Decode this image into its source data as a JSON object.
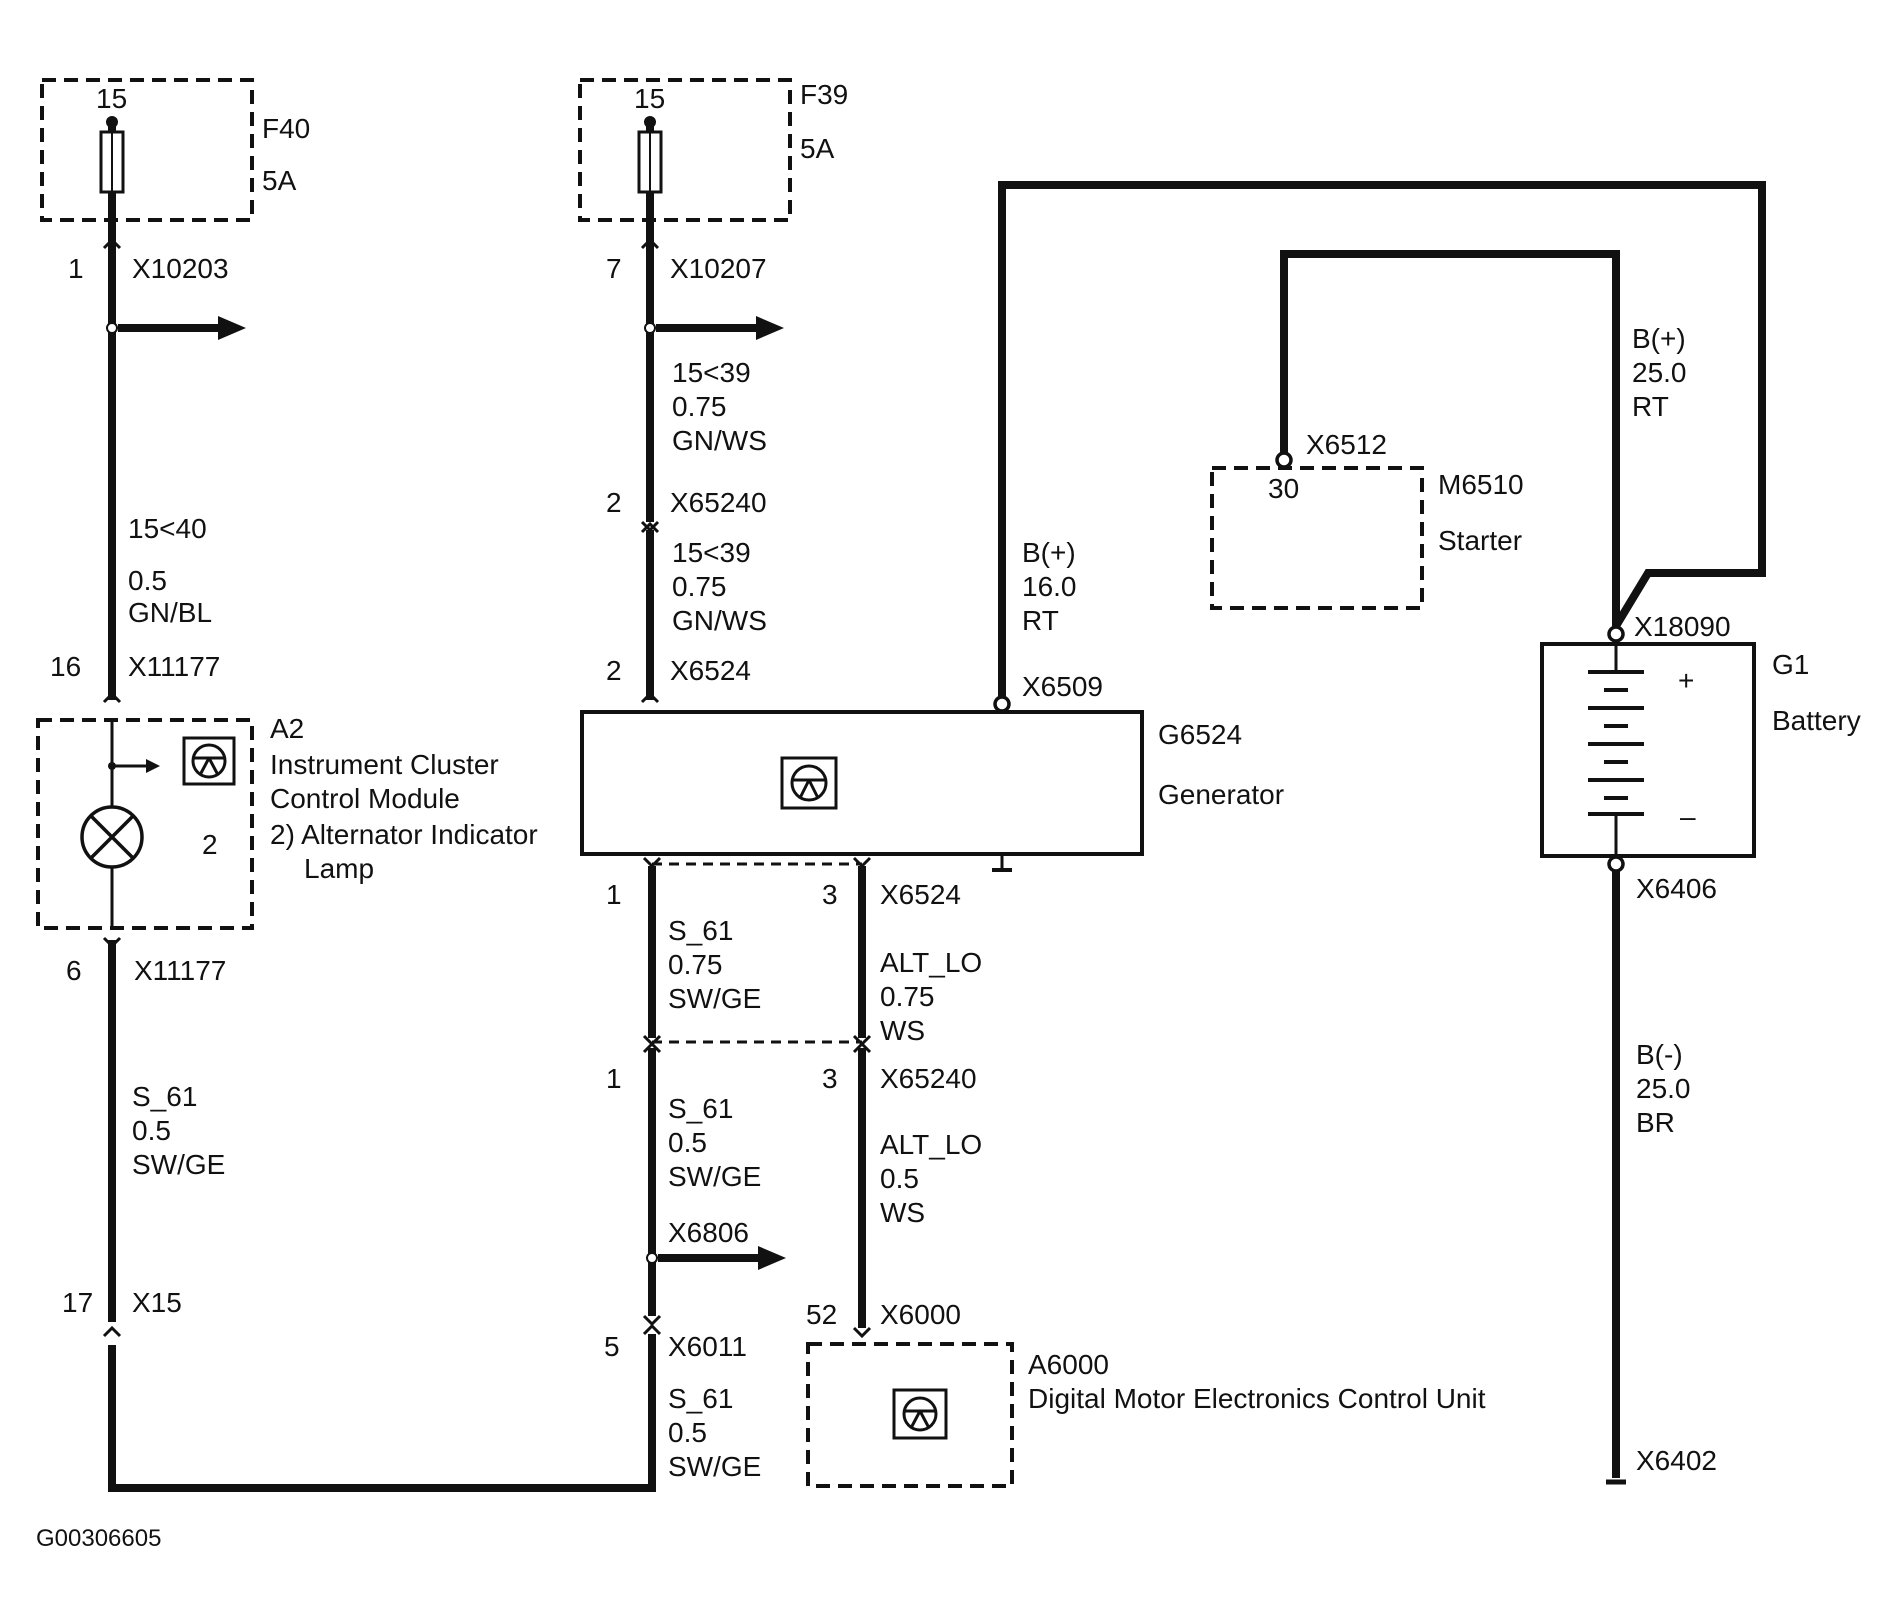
{
  "fuses": {
    "f40": {
      "pin": "15",
      "id": "F40",
      "rating": "5A"
    },
    "f39": {
      "pin": "15",
      "id": "F39",
      "rating": "5A"
    }
  },
  "connectors": {
    "x10203": {
      "pin": "1",
      "label": "X10203"
    },
    "x10207": {
      "pin": "7",
      "label": "X10207"
    },
    "x65240_top": {
      "pin": "2",
      "label": "X65240"
    },
    "x6524_top": {
      "pin": "2",
      "label": "X6524"
    },
    "x11177_top": {
      "pin": "16",
      "label": "X11177"
    },
    "x11177_bottom": {
      "pin": "6",
      "label": "X11177"
    },
    "x15": {
      "pin": "17",
      "label": "X15"
    },
    "x6509": {
      "label": "X6509"
    },
    "x6512": {
      "pin": "30",
      "label": "X6512"
    },
    "x18090": {
      "label": "X18090"
    },
    "x6406": {
      "label": "X6406"
    },
    "x6402": {
      "label": "X6402"
    },
    "x6524_b1": {
      "pin": "1"
    },
    "x6524_b3": {
      "pin": "3",
      "label": "X6524"
    },
    "x65240_b1": {
      "pin": "1"
    },
    "x65240_b3": {
      "pin": "3",
      "label": "X65240"
    },
    "x6806": {
      "label": "X6806"
    },
    "x6011": {
      "pin": "5",
      "label": "X6011"
    },
    "x6000": {
      "pin": "52",
      "label": "X6000"
    }
  },
  "wires": {
    "w_15_40": {
      "circuit": "15<40",
      "gauge": "0.5",
      "color": "GN/BL"
    },
    "w_15_39_a": {
      "circuit": "15<39",
      "gauge": "0.75",
      "color": "GN/WS"
    },
    "w_15_39_b": {
      "circuit": "15<39",
      "gauge": "0.75",
      "color": "GN/WS"
    },
    "w_b_plus_16": {
      "circuit": "B(+)",
      "gauge": "16.0",
      "color": "RT"
    },
    "w_b_plus_25": {
      "circuit": "B(+)",
      "gauge": "25.0",
      "color": "RT"
    },
    "w_b_minus": {
      "circuit": "B(-)",
      "gauge": "25.0",
      "color": "BR"
    },
    "w_s61_left": {
      "circuit": "S_61",
      "gauge": "0.5",
      "color": "SW/GE"
    },
    "w_s61_a": {
      "circuit": "S_61",
      "gauge": "0.75",
      "color": "SW/GE"
    },
    "w_s61_b": {
      "circuit": "S_61",
      "gauge": "0.5",
      "color": "SW/GE"
    },
    "w_s61_c": {
      "circuit": "S_61",
      "gauge": "0.5",
      "color": "SW/GE"
    },
    "w_altlo_a": {
      "circuit": "ALT_LO",
      "gauge": "0.75",
      "color": "WS"
    },
    "w_altlo_b": {
      "circuit": "ALT_LO",
      "gauge": "0.5",
      "color": "WS"
    }
  },
  "components": {
    "a2": {
      "id": "A2",
      "line1": "Instrument Cluster",
      "line2": "Control Module",
      "pin": "2",
      "note1": "2) Alternator Indicator",
      "note2": "Lamp"
    },
    "g6524": {
      "id": "G6524",
      "name": "Generator"
    },
    "m6510": {
      "id": "M6510",
      "name": "Starter"
    },
    "g1": {
      "id": "G1",
      "name": "Battery",
      "plus": "+",
      "minus": "–"
    },
    "a6000": {
      "id": "A6000",
      "name": "Digital Motor Electronics Control Unit"
    }
  },
  "figure_id": "G00306605"
}
